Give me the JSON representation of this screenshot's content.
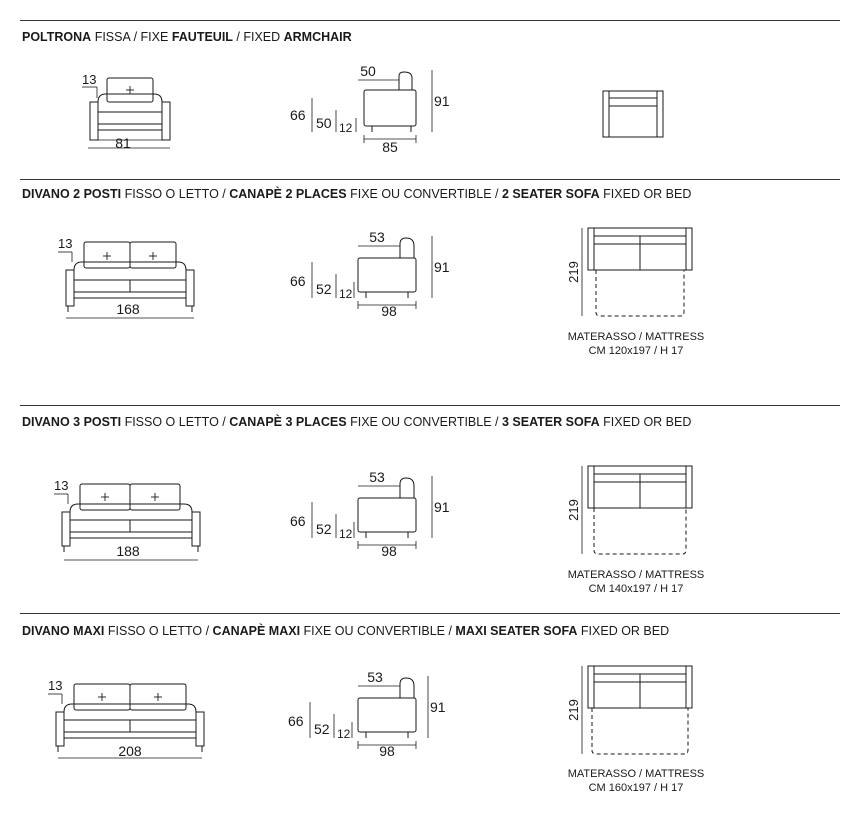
{
  "sections": [
    {
      "title": [
        {
          "t": "POLTRONA",
          "b": true
        },
        {
          "t": " FISSA / FIXE ",
          "b": false
        },
        {
          "t": "FAUTEUIL",
          "b": true
        },
        {
          "t": " / FIXED ",
          "b": false
        },
        {
          "t": "ARMCHAIR",
          "b": true
        }
      ],
      "front": {
        "cushion_label": "13",
        "width_label": "81",
        "cushions": 1
      },
      "side": {
        "back_depth": "50",
        "total_height": "91",
        "seat_height": "66",
        "seat_depth": "50",
        "leg_height": "12",
        "depth": "85"
      }
    },
    {
      "title": [
        {
          "t": "DIVANO 2 POSTI",
          "b": true
        },
        {
          "t": " FISSO O LETTO / ",
          "b": false
        },
        {
          "t": "CANAPÈ 2 PLACES",
          "b": true
        },
        {
          "t": " FIXE OU CONVERTIBLE / ",
          "b": false
        },
        {
          "t": "2 SEATER SOFA",
          "b": true
        },
        {
          "t": " FIXED OR BED",
          "b": false
        }
      ],
      "front": {
        "cushion_label": "13",
        "width_label": "168",
        "cushions": 2
      },
      "side": {
        "back_depth": "53",
        "total_height": "91",
        "seat_height": "66",
        "seat_depth": "52",
        "leg_height": "12",
        "depth": "98"
      },
      "bed": {
        "length_label": "219",
        "mattress_line1": "MATERASSO / MATTRESS",
        "mattress_line2": "CM 120x197 / H 17"
      }
    },
    {
      "title": [
        {
          "t": "DIVANO 3 POSTI",
          "b": true
        },
        {
          "t": " FISSO O LETTO / ",
          "b": false
        },
        {
          "t": "CANAPÈ 3 PLACES",
          "b": true
        },
        {
          "t": " FIXE OU CONVERTIBLE / ",
          "b": false
        },
        {
          "t": "3 SEATER SOFA",
          "b": true
        },
        {
          "t": " FIXED OR BED",
          "b": false
        }
      ],
      "front": {
        "cushion_label": "13",
        "width_label": "188",
        "cushions": 2
      },
      "side": {
        "back_depth": "53",
        "total_height": "91",
        "seat_height": "66",
        "seat_depth": "52",
        "leg_height": "12",
        "depth": "98"
      },
      "bed": {
        "length_label": "219",
        "mattress_line1": "MATERASSO / MATTRESS",
        "mattress_line2": "CM 140x197 / H 17"
      }
    },
    {
      "title": [
        {
          "t": "DIVANO MAXI",
          "b": true
        },
        {
          "t": " FISSO O LETTO / ",
          "b": false
        },
        {
          "t": "CANAPÈ MAXI",
          "b": true
        },
        {
          "t": " FIXE OU CONVERTIBLE / ",
          "b": false
        },
        {
          "t": "MAXI SEATER SOFA",
          "b": true
        },
        {
          "t": " FIXED OR BED",
          "b": false
        }
      ],
      "front": {
        "cushion_label": "13",
        "width_label": "208",
        "cushions": 2
      },
      "side": {
        "back_depth": "53",
        "total_height": "91",
        "seat_height": "66",
        "seat_depth": "52",
        "leg_height": "12",
        "depth": "98"
      },
      "bed": {
        "length_label": "219",
        "mattress_line1": "MATERASSO / MATTRESS",
        "mattress_line2": "CM 160x197 / H 17"
      }
    }
  ]
}
